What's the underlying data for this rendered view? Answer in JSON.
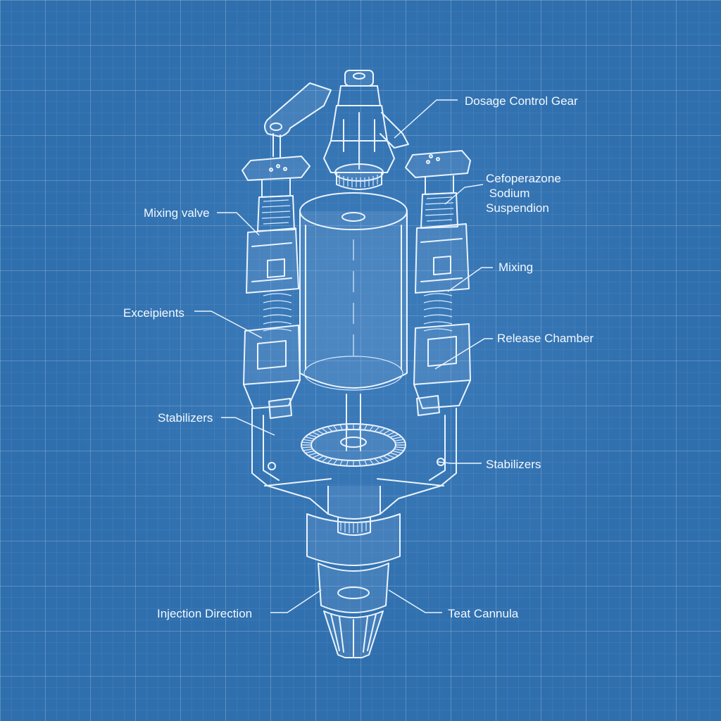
{
  "labels": {
    "dosage_control_gear": "Dosage Control Gear",
    "cefoperazone": "Cefoperazone\n Sodium\nSuspendion",
    "mixing_valve": "Mixing valve",
    "mixing": "Mixing",
    "excipients": "Exceipients",
    "release_chamber": "Release Chamber",
    "stabilizers_left": "Stabilizers",
    "stabilizers_right": "Stabilizers",
    "injection_direction": "Injection Direction",
    "teat_cannula": "Teat Cannula"
  },
  "colors": {
    "background": "#2f6fae",
    "line": "#eaf4ff"
  }
}
